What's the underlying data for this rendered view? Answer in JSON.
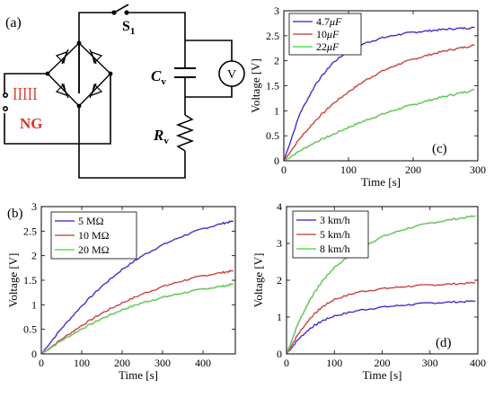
{
  "figure": {
    "colors": {
      "blue": "#1f1fd6",
      "red": "#c0392b",
      "green": "#3ad63a",
      "black": "#000000",
      "ng_red": "#d9342b",
      "noise_pink": "#f4a7c7"
    }
  },
  "circuit": {
    "panel_label": "(a)",
    "switch_label": "S",
    "switch_sub": "1",
    "cap_label": "C",
    "cap_sub": "v",
    "res_label": "R",
    "res_sub": "v",
    "meter_label": "V",
    "ng_label": "NG",
    "ng_glyph": "ꟾꟾꟾꟾꟾ"
  },
  "chart_data": [
    {
      "id": "c",
      "type": "line",
      "panel_label": "(c)",
      "xlabel": "Time [s]",
      "ylabel": "Voltage [V]",
      "xlim": [
        0,
        300
      ],
      "ylim": [
        0,
        3
      ],
      "xticks": [
        0,
        100,
        200,
        300
      ],
      "yticks": [
        0,
        0.5,
        1,
        1.5,
        2,
        2.5,
        3
      ],
      "ytick_labels": [
        "0",
        "0.5",
        "1",
        "1.5",
        "2",
        "2.5",
        "3"
      ],
      "legend_position": "top-left",
      "series": [
        {
          "name": "4.7μF",
          "legend_main": "4.7",
          "legend_unit": "μF",
          "color": "blue",
          "x": [
            0,
            25,
            50,
            75,
            100,
            125,
            150,
            175,
            200,
            225,
            250,
            275,
            295
          ],
          "y": [
            0,
            0.95,
            1.55,
            1.95,
            2.2,
            2.35,
            2.45,
            2.52,
            2.57,
            2.6,
            2.63,
            2.65,
            2.66
          ]
        },
        {
          "name": "10μF",
          "legend_main": "10",
          "legend_unit": "μF",
          "color": "red",
          "x": [
            0,
            25,
            50,
            75,
            100,
            125,
            150,
            175,
            200,
            225,
            250,
            275,
            295
          ],
          "y": [
            0,
            0.45,
            0.82,
            1.13,
            1.38,
            1.6,
            1.78,
            1.92,
            2.03,
            2.12,
            2.2,
            2.26,
            2.31
          ]
        },
        {
          "name": "22μF",
          "legend_main": "22",
          "legend_unit": "μF",
          "color": "green",
          "x": [
            0,
            25,
            50,
            75,
            100,
            125,
            150,
            175,
            200,
            225,
            250,
            275,
            295
          ],
          "y": [
            0,
            0.2,
            0.38,
            0.52,
            0.67,
            0.8,
            0.92,
            1.03,
            1.12,
            1.21,
            1.29,
            1.36,
            1.42
          ]
        }
      ]
    },
    {
      "id": "b",
      "type": "line",
      "panel_label": "(b)",
      "xlabel": "Time [s]",
      "ylabel": "Voltage [V]",
      "xlim": [
        0,
        480
      ],
      "ylim": [
        0,
        3
      ],
      "xticks": [
        0,
        100,
        200,
        300,
        400
      ],
      "yticks": [
        0,
        0.5,
        1,
        1.5,
        2,
        2.5,
        3
      ],
      "ytick_labels": [
        "0",
        "0.5",
        "1",
        "1.5",
        "2",
        "2.5",
        "3"
      ],
      "legend_position": "top-left",
      "series": [
        {
          "name": "5 MΩ",
          "legend_main": "5 MΩ",
          "legend_unit": "",
          "color": "blue",
          "x": [
            0,
            50,
            100,
            150,
            200,
            250,
            300,
            350,
            400,
            450,
            475
          ],
          "y": [
            0,
            0.52,
            0.98,
            1.38,
            1.72,
            2.0,
            2.22,
            2.4,
            2.55,
            2.66,
            2.7
          ]
        },
        {
          "name": "10 MΩ",
          "legend_main": "10 MΩ",
          "legend_unit": "",
          "color": "red",
          "x": [
            0,
            50,
            100,
            150,
            200,
            250,
            300,
            350,
            400,
            450,
            475
          ],
          "y": [
            0,
            0.3,
            0.58,
            0.83,
            1.04,
            1.22,
            1.37,
            1.49,
            1.59,
            1.66,
            1.69
          ]
        },
        {
          "name": "20 MΩ",
          "legend_main": "20 MΩ",
          "legend_unit": "",
          "color": "green",
          "x": [
            0,
            50,
            100,
            150,
            200,
            250,
            300,
            350,
            400,
            450,
            475
          ],
          "y": [
            0,
            0.27,
            0.51,
            0.72,
            0.9,
            1.04,
            1.15,
            1.24,
            1.32,
            1.38,
            1.42
          ]
        }
      ]
    },
    {
      "id": "d",
      "type": "line",
      "panel_label": "(d)",
      "xlabel": "Time [s]",
      "ylabel": "Voltage [V]",
      "xlim": [
        0,
        400
      ],
      "ylim": [
        0,
        4
      ],
      "xticks": [
        0,
        100,
        200,
        300,
        400
      ],
      "yticks": [
        0,
        1,
        2,
        3,
        4
      ],
      "ytick_labels": [
        "0",
        "1",
        "2",
        "3",
        "4"
      ],
      "legend_position": "top-left",
      "series": [
        {
          "name": "3 km/h",
          "legend_main": "3 km/h",
          "legend_unit": "",
          "color": "blue",
          "x": [
            0,
            25,
            50,
            75,
            100,
            150,
            200,
            250,
            300,
            350,
            395
          ],
          "y": [
            0,
            0.4,
            0.7,
            0.9,
            1.03,
            1.18,
            1.27,
            1.33,
            1.38,
            1.41,
            1.43
          ]
        },
        {
          "name": "5 km/h",
          "legend_main": "5 km/h",
          "legend_unit": "",
          "color": "red",
          "x": [
            0,
            25,
            50,
            75,
            100,
            150,
            200,
            250,
            300,
            350,
            395
          ],
          "y": [
            0,
            0.55,
            0.98,
            1.28,
            1.48,
            1.68,
            1.77,
            1.83,
            1.87,
            1.9,
            1.93
          ]
        },
        {
          "name": "8 km/h",
          "legend_main": "8 km/h",
          "legend_unit": "",
          "color": "green",
          "x": [
            0,
            25,
            50,
            75,
            100,
            150,
            200,
            250,
            300,
            350,
            395
          ],
          "y": [
            0,
            0.85,
            1.5,
            1.98,
            2.35,
            2.85,
            3.18,
            3.4,
            3.55,
            3.66,
            3.74
          ]
        }
      ]
    }
  ]
}
